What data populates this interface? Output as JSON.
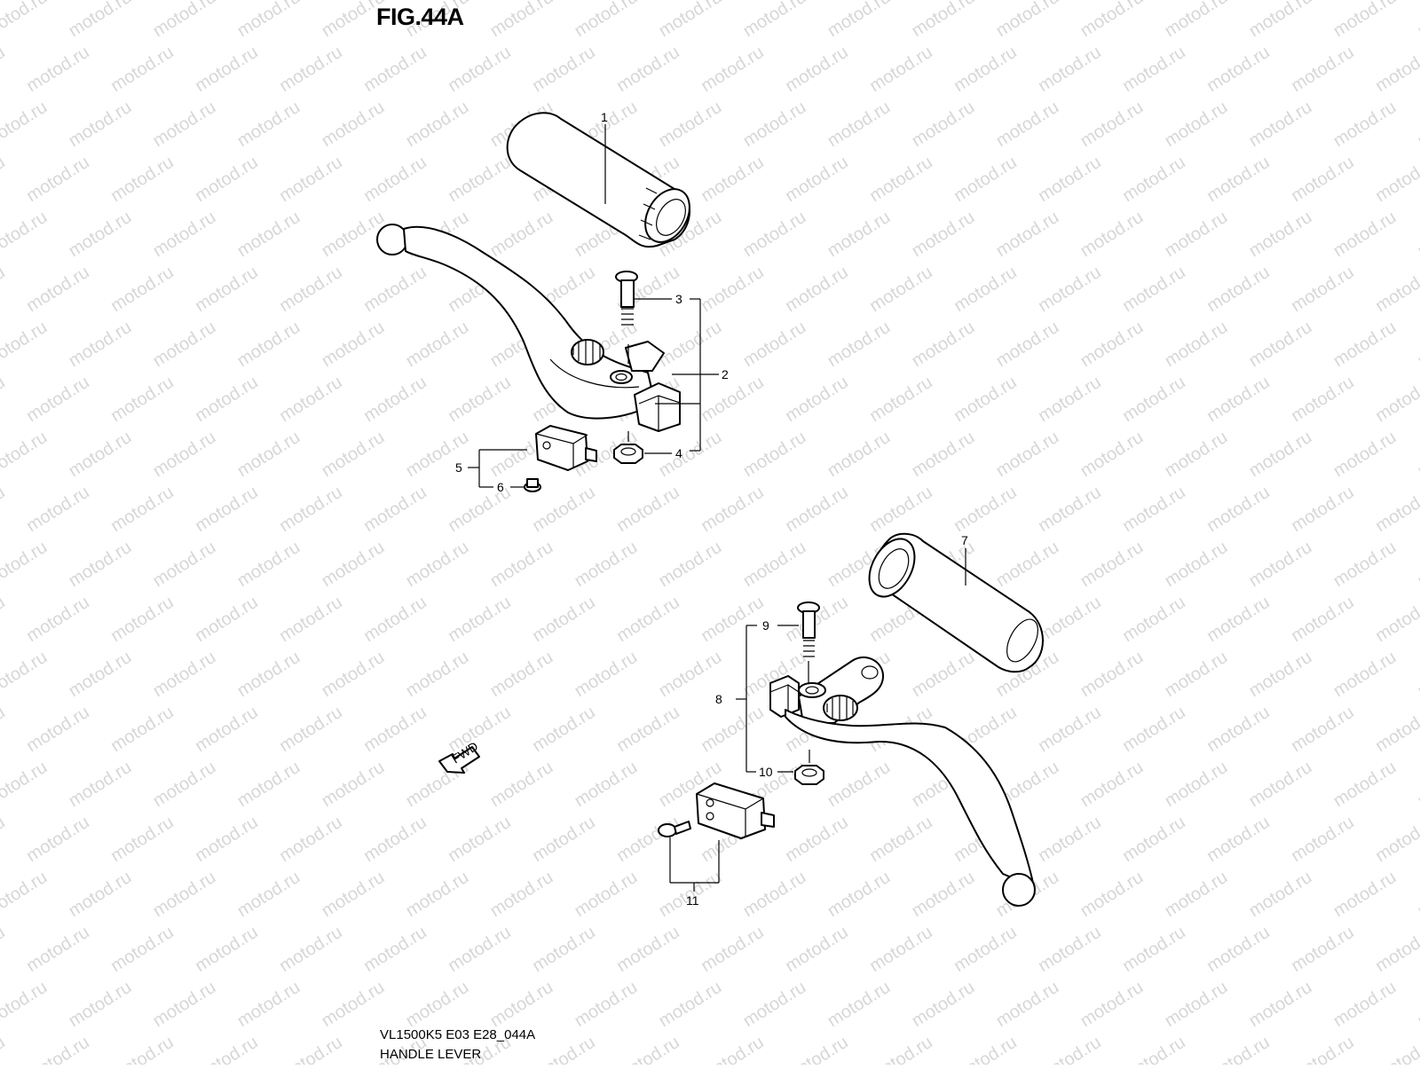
{
  "figure": {
    "title": "FIG.44A",
    "model_code": "VL1500K5 E03 E28_044A",
    "name": "HANDLE LEVER"
  },
  "watermark": "motod.ru",
  "fwd_arrow_label": "FWD",
  "callouts": [
    {
      "id": "callout-1",
      "number": "1"
    },
    {
      "id": "callout-2",
      "number": "2"
    },
    {
      "id": "callout-3",
      "number": "3"
    },
    {
      "id": "callout-4",
      "number": "4"
    },
    {
      "id": "callout-5",
      "number": "5"
    },
    {
      "id": "callout-6",
      "number": "6"
    },
    {
      "id": "callout-7",
      "number": "7"
    },
    {
      "id": "callout-8",
      "number": "8"
    },
    {
      "id": "callout-9",
      "number": "9"
    },
    {
      "id": "callout-10",
      "number": "10"
    },
    {
      "id": "callout-11",
      "number": "11"
    }
  ],
  "colors": {
    "line": "#000000",
    "background": "#ffffff",
    "watermark": "#d7d7d7"
  }
}
